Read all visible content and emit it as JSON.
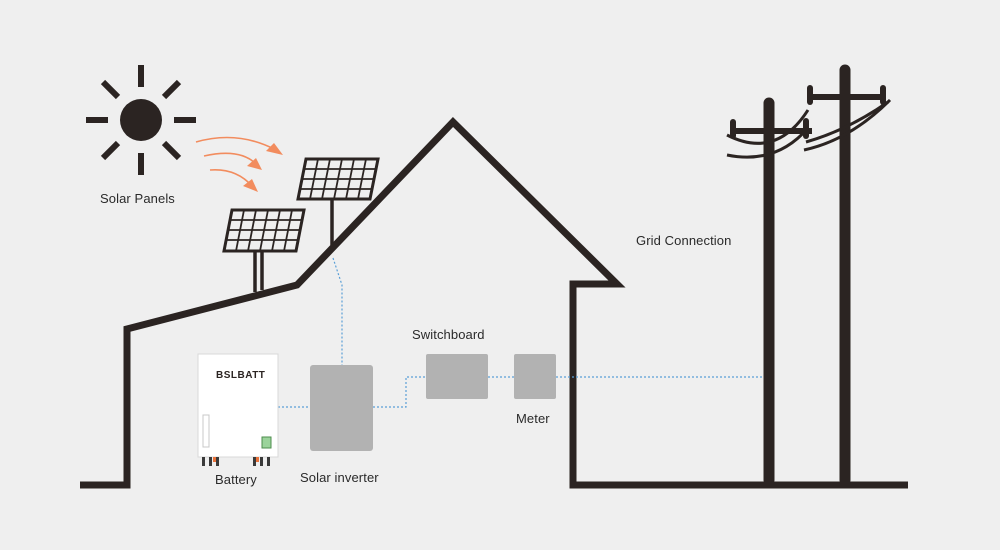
{
  "labels": {
    "solar_panels": "Solar Panels",
    "grid_connection": "Grid Connection",
    "switchboard": "Switchboard",
    "meter": "Meter",
    "battery": "Battery",
    "solar_inverter": "Solar inverter"
  },
  "battery_brand": "BSLBATT",
  "colors": {
    "background": "#efefef",
    "outline": "#2b2422",
    "device_gray": "#b2b2b2",
    "wire_blue": "#5a9fd6",
    "sun_ray_arrows": "#f28c5e",
    "brand_red": "#d0342c"
  },
  "icons": [
    "sun-icon",
    "solar-panel-icon",
    "utility-pole-icon",
    "house-outline-icon",
    "battery-unit-icon"
  ]
}
